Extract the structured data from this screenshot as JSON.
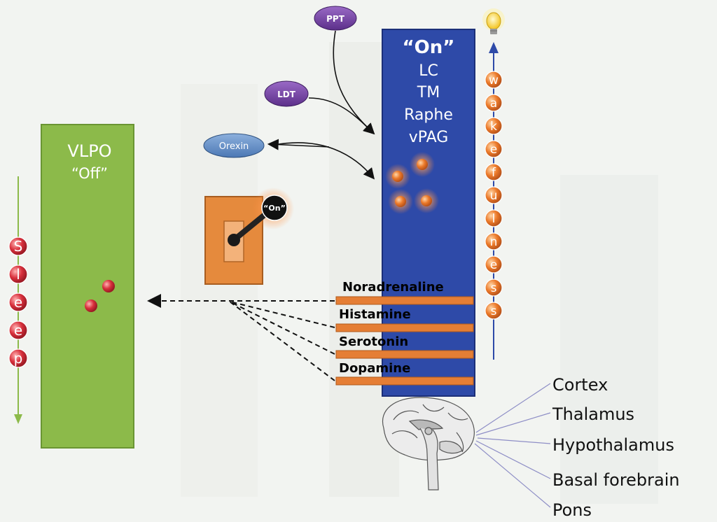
{
  "left_panel": {
    "title": "VLPO",
    "state": "“Off”"
  },
  "right_panel": {
    "state": "“On”",
    "nuclei": [
      "LC",
      "TM",
      "Raphe",
      "vPAG"
    ]
  },
  "inputs": {
    "ppt": "PPT",
    "ldt": "LDT",
    "orexin": "Orexin"
  },
  "switch": {
    "label": "“On”"
  },
  "neurotransmitters": [
    "Noradrenaline",
    "Histamine",
    "Serotonin",
    "Dopamine"
  ],
  "sleep_letters": [
    "S",
    "l",
    "e",
    "e",
    "p"
  ],
  "wake_letters": [
    "w",
    "a",
    "k",
    "e",
    "f",
    "u",
    "l",
    "n",
    "e",
    "s",
    "s"
  ],
  "targets": [
    "Cortex",
    "Thalamus",
    "Hypothalamus",
    "Basal forebrain",
    "Pons"
  ],
  "colors": {
    "vlpo_green": "#8cba4a",
    "on_blue": "#2e4aa8",
    "bead_orange": "#e8742a",
    "bead_red": "#d42f3a",
    "bar_orange": "#e57e35"
  }
}
